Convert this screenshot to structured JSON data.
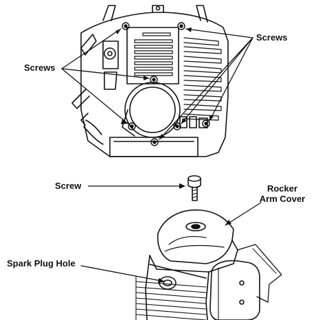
{
  "labels": {
    "screws_right": "Screws",
    "screws_left": "Screws",
    "screw": "Screw",
    "rocker_arm_cover_line1": "Rocker",
    "rocker_arm_cover_line2": "Arm Cover",
    "spark_plug_hole": "Spark Plug Hole"
  },
  "colors": {
    "ink": "#111111",
    "paper": "#ffffff"
  }
}
